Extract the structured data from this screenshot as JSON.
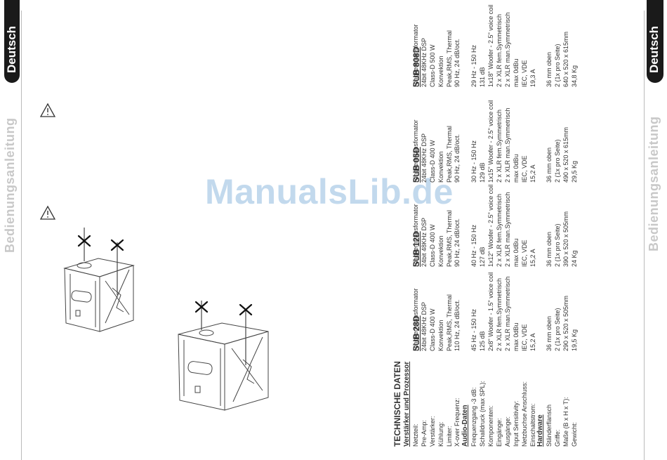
{
  "side_tabs": {
    "language_left": "Deutsch",
    "language_right": "Deutsch",
    "manual_left": "Bedienungsanleitung",
    "manual_right": "Bedienungsanleitung"
  },
  "watermark": "ManualsLib.de",
  "spec": {
    "title": "TECHNISCHE DATEN",
    "models": [
      "SUB 28D",
      "SUB 12D",
      "SUB 05D",
      "SUB 808D"
    ],
    "labels": [
      {
        "kind": "header",
        "text": "Verstärker und Prozessor"
      },
      {
        "kind": "label",
        "text": "Netzteil:"
      },
      {
        "kind": "label",
        "text": "Pre-Amp:"
      },
      {
        "kind": "label",
        "text": "Verstärker:"
      },
      {
        "kind": "label",
        "text": "Kühlung:"
      },
      {
        "kind": "label",
        "text": "Limiter:"
      },
      {
        "kind": "label",
        "text": "X-over Frequenz:"
      },
      {
        "kind": "header",
        "text": "Audio-Daten"
      },
      {
        "kind": "label",
        "text": "Frequenzgang -3 dB:"
      },
      {
        "kind": "label",
        "text": "Schalldruck (max SPL):"
      },
      {
        "kind": "label",
        "text": "Komponenten:"
      },
      {
        "kind": "label",
        "text": "Eingänge:"
      },
      {
        "kind": "label",
        "text": "Ausgänge:"
      },
      {
        "kind": "label",
        "text": "Input Sensitivity:"
      },
      {
        "kind": "label",
        "text": "Netzbuchse Anschluss:"
      },
      {
        "kind": "label",
        "text": "Einschaltstrom:"
      },
      {
        "kind": "header",
        "text": "Hardware"
      },
      {
        "kind": "label",
        "text": "Ständerflansch"
      },
      {
        "kind": "label",
        "text": "Griffe:"
      },
      {
        "kind": "label",
        "text": "Maße (B x H x T):"
      },
      {
        "kind": "label",
        "text": "Gewicht:"
      }
    ],
    "values": [
      [
        "",
        "Ringkerntransformator",
        "24bit 48KHz DSP",
        "Class-D  400 W",
        "Konvektion",
        "Peak,RMS, Thermal",
        "110 Hz, 24 dB/oct.",
        "",
        "45 Hz - 150 Hz",
        "125 dB",
        "2x8\" Woofer - 1.5\" voice coil",
        "2 x XLR fem.Symmetrisch",
        "2 x XLR man.Symmetrisch",
        "max 0dBu",
        "IEC, VDE",
        "15,2 A",
        "",
        "36 mm oben",
        "2  (1x pro Seite)",
        "290 x 520 x 505mm",
        "19,5 Kg"
      ],
      [
        "",
        "Ringkerntransformator",
        "24bit 48KHz DSP",
        "Class-D  400 W",
        "Konvektion",
        "Peak,RMS, Thermal",
        "90 Hz, 24 dB/oct.",
        "",
        "40 Hz - 150 Hz",
        "127 dB",
        "1x12\" Woofer - 2.5\" voice coil",
        "2 x XLR fem.Symmetrisch",
        "2 x XLR man.Symmetrisch",
        "max 0dBu",
        "IEC, VDE",
        "15,2 A",
        "",
        "36 mm oben",
        "2  (1x pro Seite)",
        "390 x 520 x 505mm",
        "24 Kg"
      ],
      [
        "",
        "Ringkerntransformator",
        "24bit 48KHz DSP",
        "Class-D  400 W",
        "Konvektion",
        "Peak,RMS, Thermal",
        "90 Hz, 24 dB/oct.",
        "",
        "30 Hz - 150 Hz",
        "129 dB",
        "1x15\" Woofer - 2.5\" voice coil",
        "2 x XLR fem.Symmetrisch",
        "2 x XLR man.Symmetrisch",
        "max 0dBu",
        "IEC, VDE",
        "15,2 A",
        "",
        "36 mm oben",
        "2  (1x pro Seite)",
        "490 x 520 x 615mm",
        "29,5 Kg"
      ],
      [
        "",
        "Ringkerntransformator",
        "24bit 48KHz DSP",
        "Class-D  500 W",
        "Konvektion",
        "Peak,RMS, Thermal",
        "90 Hz, 24 dB/oct.",
        "",
        "29 Hz - 150 Hz",
        "131 dB",
        "1x18\" Woofer - 2.5\" voice coil",
        "2 x XLR fem.Symmetrisch",
        "2 x XLR man.Symmetrisch",
        "max 0dBu",
        "IEC, VDE",
        "19,3 A",
        "",
        "36 mm oben",
        "2  (1x pro Seite)",
        "640 x 520 x 615mm",
        "34,8 Kg"
      ]
    ]
  }
}
